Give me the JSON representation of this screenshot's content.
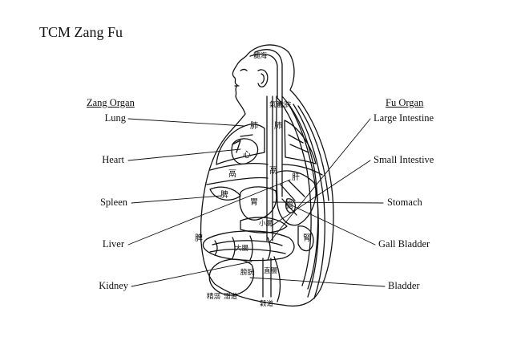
{
  "title": "TCM Zang Fu",
  "zang": {
    "heading": "Zang Organ",
    "items": [
      {
        "label": "Lung"
      },
      {
        "label": "Heart"
      },
      {
        "label": "Spleen"
      },
      {
        "label": "Liver"
      },
      {
        "label": "Kidney"
      }
    ]
  },
  "fu": {
    "heading": "Fu Organ",
    "items": [
      {
        "label": "Large Intestine"
      },
      {
        "label": "Small Intestive"
      },
      {
        "label": "Stomach"
      },
      {
        "label": "Gall Bladder"
      },
      {
        "label": "Bladder"
      }
    ]
  },
  "chinese_labels": {
    "brain_sea": "髓海",
    "qi_tube": "氣管",
    "esophagus": "食脘",
    "lung_l": "肺",
    "lung_r": "肺",
    "heart": "心",
    "diaphragm_l": "鬲",
    "diaphragm_r": "鬲",
    "spleen": "脾",
    "stomach": "胃",
    "liver": "肝",
    "gall": "膽",
    "small_int": "小腸",
    "spleen2": "脾",
    "large_int": "大腸",
    "kidney": "腎",
    "bladder": "膀胱",
    "rectum": "直腸",
    "urine": "溺道",
    "water": "精溺",
    "grain": "穀道"
  }
}
